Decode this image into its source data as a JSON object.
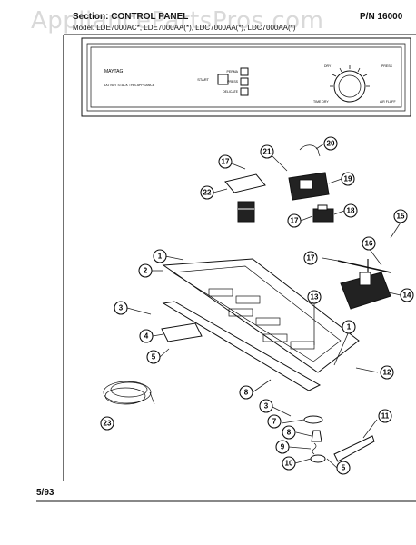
{
  "header": {
    "section_label": "Section: CONTROL PANEL",
    "pn_label": "P/N 16000",
    "model_label": "Model: LDE7000AC*, LDE7000AA(*), LDC7000AA(*), LDC7000AA(*)"
  },
  "watermark": "AppliancePartsPros.com",
  "panel": {
    "start_label": "START",
    "option_labels": [
      "PERMA",
      "PRESS",
      "DELICATE"
    ],
    "left_small_text": "DO NOT STACK THIS APPLIANCE",
    "right_labels": [
      "DRY",
      "PRESS",
      "AIR FLUFF",
      "TIME DRY"
    ]
  },
  "callouts": [
    "1",
    "2",
    "3",
    "4",
    "5",
    "8",
    "13",
    "17",
    "17",
    "17",
    "21",
    "20",
    "19",
    "22",
    "18",
    "15",
    "16",
    "14",
    "1",
    "12",
    "3",
    "7",
    "8",
    "9",
    "10",
    "5",
    "11",
    "23"
  ],
  "footer": {
    "date": "5/93"
  }
}
